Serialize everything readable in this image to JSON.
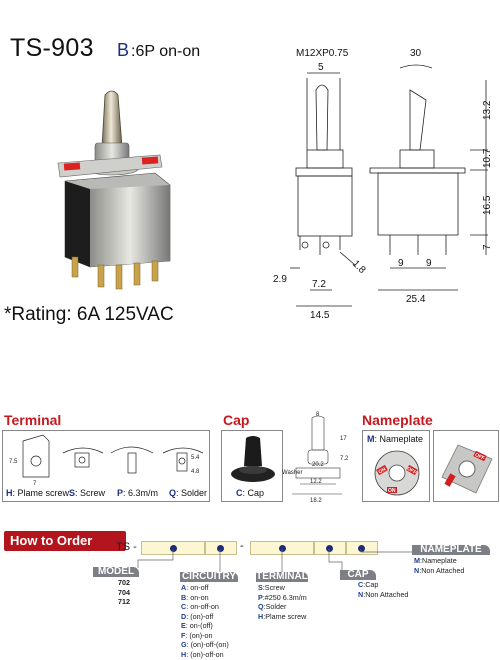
{
  "header": {
    "model": "TS-903",
    "variant_code": "B",
    "variant_desc": ":6P on-on"
  },
  "rating": "*Rating: 6A 125VAC",
  "drawing": {
    "thread": "M12XP0.75",
    "dims": [
      "5",
      "30",
      "13.2",
      "10.7",
      "16.5",
      "7",
      "2.9",
      "1.8",
      "7.2",
      "14.5",
      "9",
      "9",
      "25.4"
    ]
  },
  "sections": {
    "terminal": {
      "title": "Terminal",
      "items": [
        {
          "code": "H",
          "label": ": Plame screw"
        },
        {
          "code": "S",
          "label": ": Screw"
        },
        {
          "code": "P",
          "label": ": 6.3m/m"
        },
        {
          "code": "Q",
          "label": ": Solder"
        }
      ],
      "dims": [
        "7.5",
        "7",
        "5.4",
        "4.8"
      ]
    },
    "cap": {
      "title": "Cap",
      "code": "C",
      "label": ": Cap",
      "washer": "Washer",
      "dims": [
        "8",
        "17",
        "20.2",
        "12.2",
        "18.2",
        "7.2"
      ]
    },
    "nameplate": {
      "title": "Nameplate",
      "code": "M",
      "label": ": Nameplate",
      "plate_text": [
        "ON",
        "OFF",
        "ON",
        "OFF"
      ]
    }
  },
  "order": {
    "title": "How to Order",
    "prefix": "TS -",
    "dash": "-",
    "model": {
      "tab": "MODEL",
      "items": [
        "702",
        "704",
        "712"
      ]
    },
    "circuitry": {
      "tab": "CIRCUITRY",
      "items": [
        {
          "code": "A",
          "label": ": on-off"
        },
        {
          "code": "B",
          "label": ": on-on"
        },
        {
          "code": "C",
          "label": ": on-off-on"
        },
        {
          "code": "D",
          "label": ": (on)-off"
        },
        {
          "code": "E",
          "label": ": on-(off)"
        },
        {
          "code": "F",
          "label": ": (on)-on"
        },
        {
          "code": "G",
          "label": ": (on)-off-(on)"
        },
        {
          "code": "H",
          "label": ": (on)-off-on"
        }
      ]
    },
    "terminal": {
      "tab": "TERMINAL",
      "items": [
        {
          "code": "S",
          "label": ":Screw"
        },
        {
          "code": "P",
          "label": ":#250 6.3m/m"
        },
        {
          "code": "Q",
          "label": ":Solder"
        },
        {
          "code": "H",
          "label": ":Plame screw"
        }
      ]
    },
    "cap": {
      "tab": "CAP",
      "items": [
        {
          "code": "C",
          "label": ":Cap"
        },
        {
          "code": "N",
          "label": ":Non Attached"
        }
      ]
    },
    "nameplate": {
      "tab": "NAMEPLATE",
      "items": [
        {
          "code": "M",
          "label": ":Nameplate"
        },
        {
          "code": "N",
          "label": ":Non Attached"
        }
      ]
    }
  },
  "colors": {
    "accent_red": "#c8191e",
    "order_red": "#b3151c",
    "navy": "#1f2f80",
    "tab_gray": "#7d7f86",
    "cell_yellow": "#fcf6d2"
  }
}
